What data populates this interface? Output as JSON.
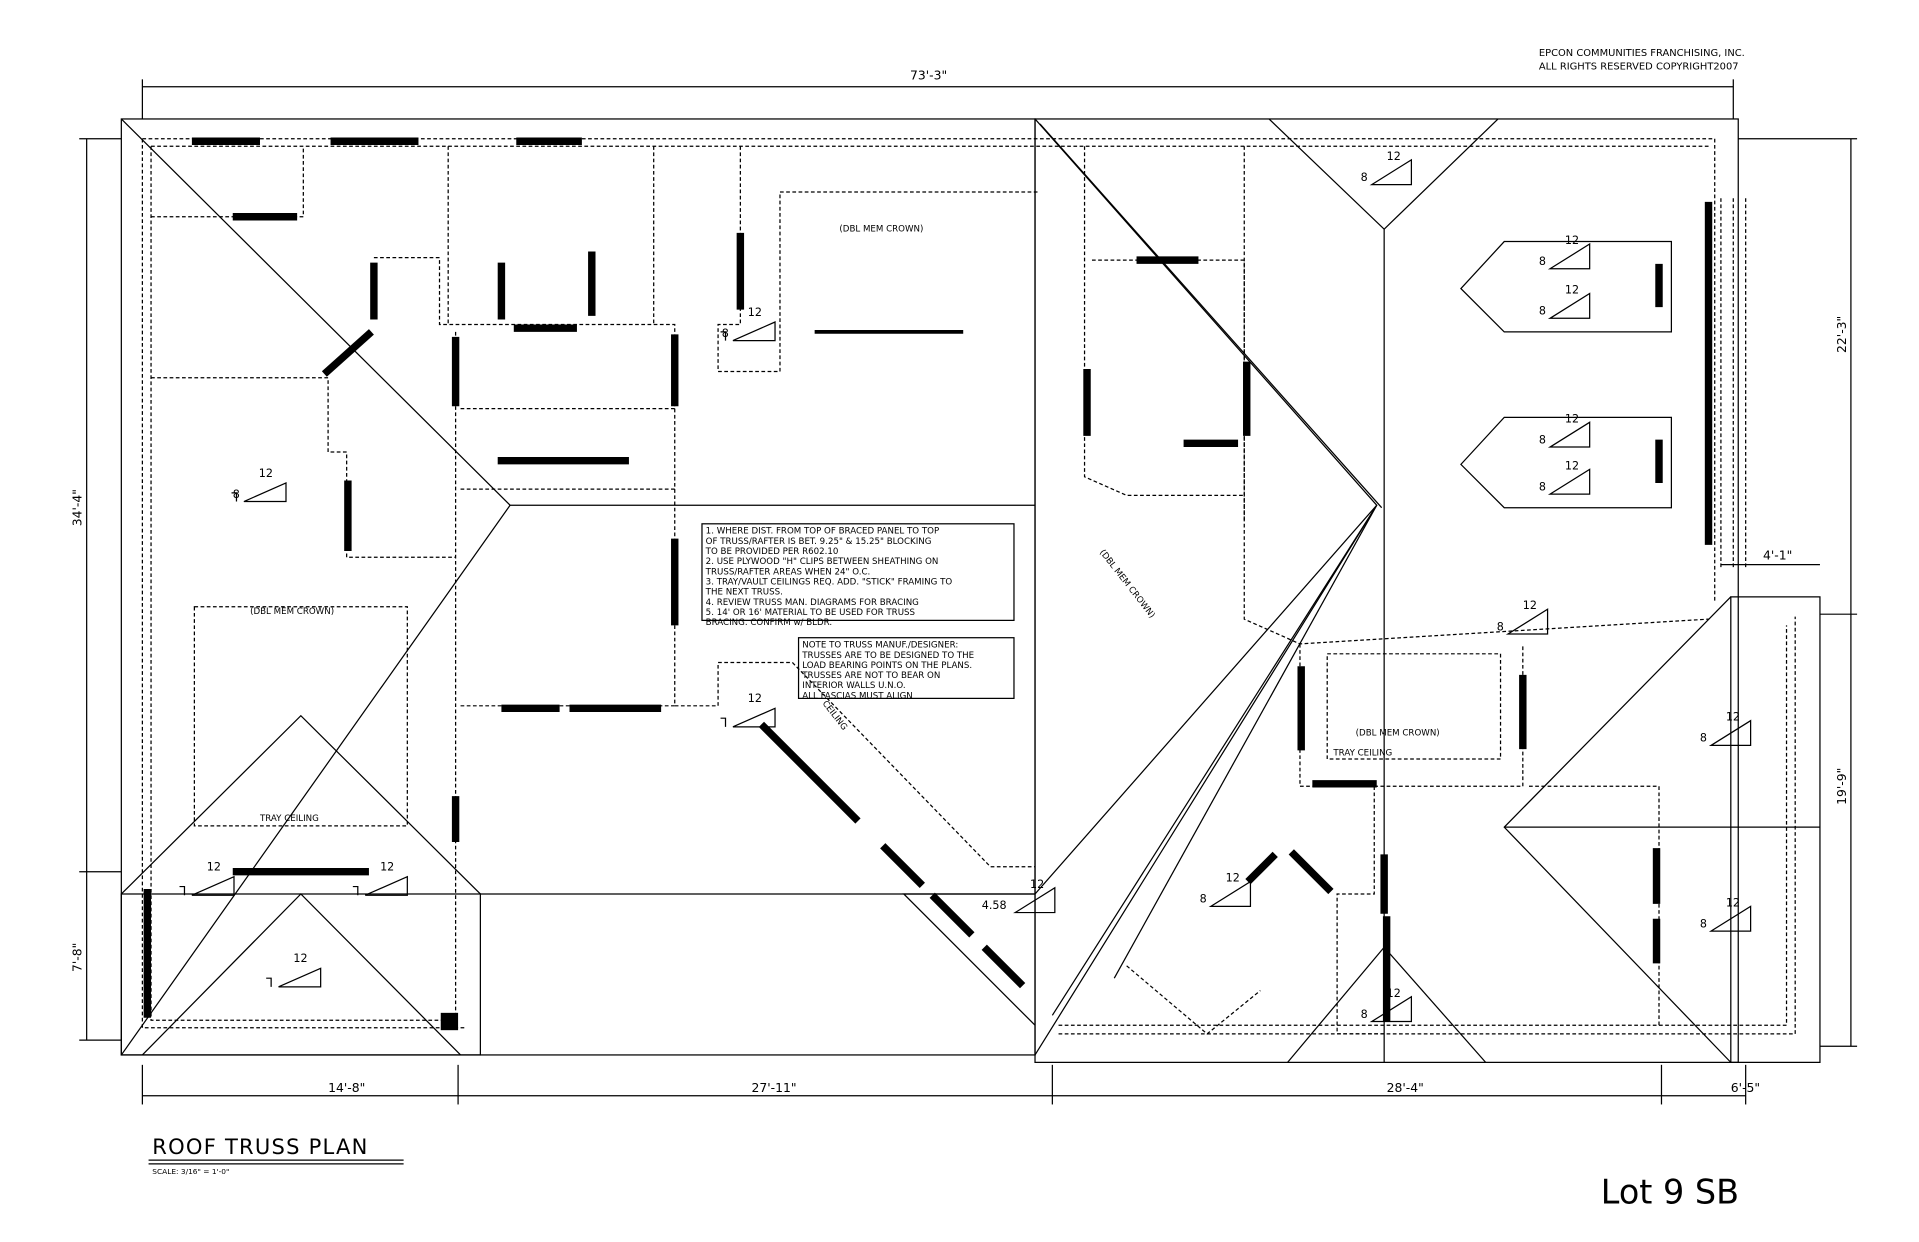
{
  "copyright": {
    "line1": "EPCON COMMUNITIES FRANCHISING, INC.",
    "line2": "ALL RIGHTS RESERVED  COPYRIGHT2007"
  },
  "title": "ROOF TRUSS PLAN",
  "scale": "SCALE: 3/16\" = 1'-0\"",
  "lot_label": "Lot 9 SB",
  "dimensions": {
    "overall_width": "73'-3\"",
    "overall_depth": "34'-4\"",
    "left_lower": "7'-8\"",
    "bottom_1": "14'-8\"",
    "bottom_2": "27'-11\"",
    "bottom_3": "28'-4\"",
    "bottom_4": "6'-5\"",
    "right_upper": "22'-3\"",
    "right_lower": "19'-9\"",
    "right_offset": "4'-1\""
  },
  "labels": {
    "dbl_mem_crown": "(DBL MEM CROWN)",
    "tray_ceiling": "TRAY CEILING",
    "ceiling": "CEILING"
  },
  "pitch": {
    "rise_12": "12",
    "run_8": "8",
    "run_4_58": "4.58"
  },
  "notes": [
    "1. WHERE DIST. FROM TOP OF BRACED PANEL TO TOP",
    "OF TRUSS/RAFTER IS BET. 9.25\" & 15.25\" BLOCKING",
    "TO BE PROVIDED PER R602.10",
    "2. USE PLYWOOD \"H\" CLIPS BETWEEN SHEATHING ON",
    "TRUSS/RAFTER AREAS WHEN 24\" O.C.",
    "3. TRAY/VAULT CEILINGS REQ. ADD. \"STICK\" FRAMING TO",
    "THE NEXT TRUSS.",
    "4. REVIEW TRUSS MAN. DIAGRAMS FOR BRACING",
    "5. 14' OR 16' MATERIAL TO BE USED FOR TRUSS",
    "BRACING. CONFIRM w/ BLDR."
  ],
  "truss_note": [
    "NOTE TO TRUSS MANUF./DESIGNER:",
    "TRUSSES ARE TO BE DESIGNED TO THE",
    "LOAD BEARING POINTS ON THE PLANS.",
    "TRUSSES ARE NOT TO BEAR ON",
    "INTERIOR WALLS U.N.O.",
    "ALL FASCIAS MUST ALIGN"
  ]
}
